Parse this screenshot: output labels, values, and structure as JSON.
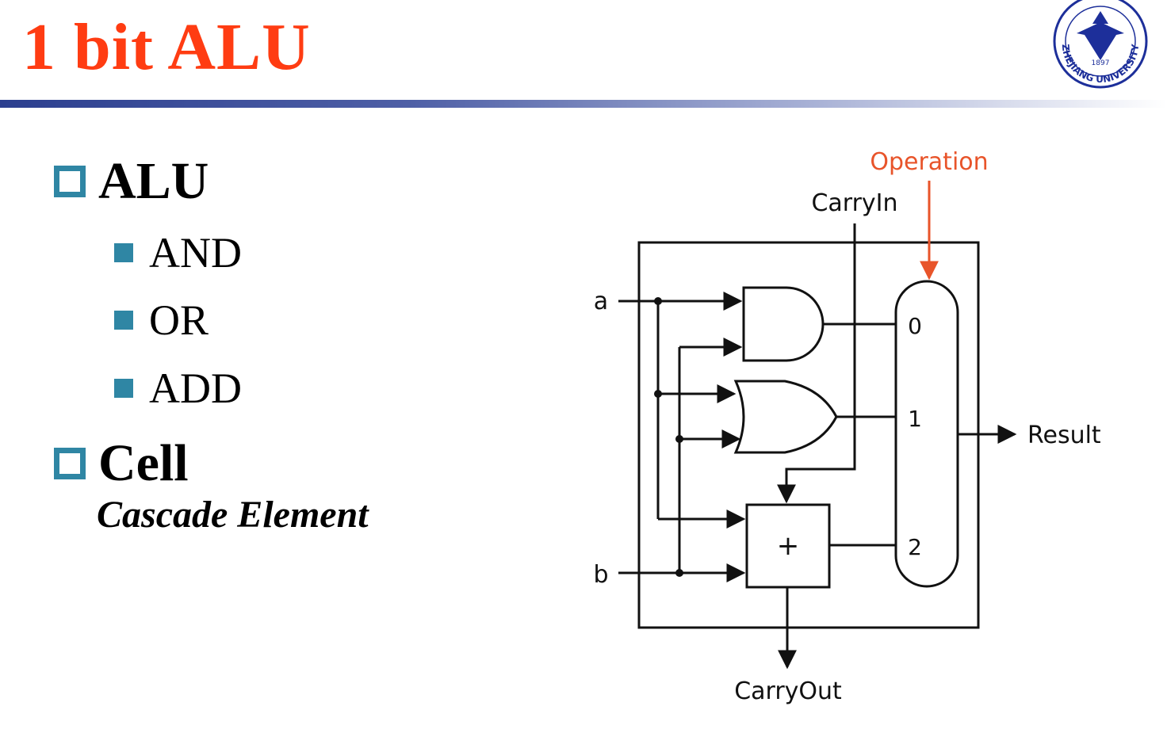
{
  "slide": {
    "title": "1 bit ALU"
  },
  "bullets": {
    "alu": {
      "label": "ALU",
      "items": [
        "AND",
        "OR",
        "ADD"
      ]
    },
    "cell": {
      "label": "Cell",
      "subtitle": "Cascade Element"
    }
  },
  "diagram": {
    "labels": {
      "operation": "Operation",
      "carry_in": "CarryIn",
      "carry_out": "CarryOut",
      "a": "a",
      "b": "b",
      "result": "Result",
      "mux_0": "0",
      "mux_1": "1",
      "mux_2": "2",
      "adder": "+"
    },
    "colors": {
      "operation": "#e8542a",
      "line": "#111111"
    }
  },
  "logo": {
    "icon": "zhejiang-university-seal-icon",
    "text": "ZHEJIANG UNIVERSITY",
    "year": "1897",
    "color": "#1d2f9a"
  },
  "theme": {
    "title_color": "#ff3c12",
    "bullet_color": "#2f86a4"
  }
}
